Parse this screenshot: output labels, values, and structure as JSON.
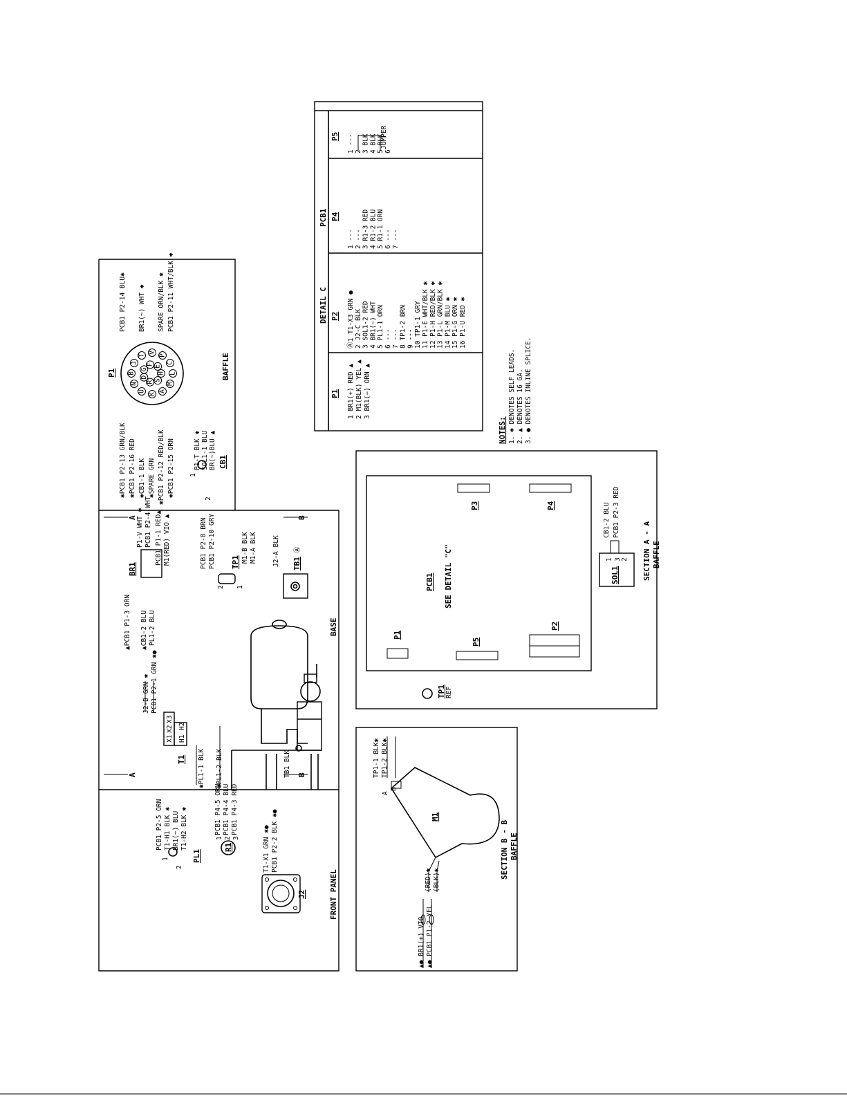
{
  "detail_c": {
    "title": "DETAIL C",
    "board": "PCB1",
    "p1": {
      "header": "P1",
      "rows": [
        "1 BR1(+) RED ▲",
        "2 M1(BLK) YEL ▲",
        "3 BR1(−) ORN ▲"
      ]
    },
    "p2": {
      "header": "P2",
      "rows": [
        "Ⓐ1 T1-X3 GRN ●",
        "2 J2-C BLK",
        "3 SOL1-2 RED",
        "4 BR1(~) WHT",
        "5 PL1-1 ORN",
        "6 ---",
        "7 ---",
        "8 TP1-2 BRN",
        "9 ---",
        "10 TP1-1 GRY",
        "11 P1-E WHT/BLK ✱",
        "12 P1-H RED/BLK ✱",
        "13 P1-L GRN/BLK ✱",
        "14 P1-M BLU ✱",
        "15 P1-G ORN ✱",
        "16 P1-U RED ✱"
      ]
    },
    "p4": {
      "header": "P4",
      "rows": [
        "1 ---",
        "2 ---",
        "3 R1-3 RED",
        "4 R1-2 BLU",
        "5 R1-1 ORN",
        "6 ---",
        "7 ---"
      ]
    },
    "p5": {
      "header": "P5",
      "rows": [
        "1 ---",
        "2 ---",
        "3 BLK",
        "4 BLK",
        "5 BLK",
        "6"
      ],
      "jumper": "JUMPER"
    }
  },
  "notes": {
    "title": "NOTES:",
    "items": [
      "1. ✱ DENOTES SELF LEADS.",
      "2. ▲ DENOTES 16 GA.",
      "3. ● DENOTES INLINE SPLICE."
    ]
  },
  "baffle_top": {
    "section": "BAFFLE",
    "p1_label": "P1",
    "left_wires": [
      "✱PCB1 P2-13 GRN/BLK",
      "✱PCB1 P2-16 RED",
      "✱CB1-1 BLK",
      "✱SPARE GRN",
      "✱PCB1 P2-12 RED/BLK",
      "✱PCB1 P2-15 ORN"
    ],
    "right_wires": [
      "PCB1 P2-14 BLU✱",
      "BR1(~) WHT ✱",
      "SPARE ORN/BLK ✱",
      "PCB1 P2-11 WHT/BLK ✱"
    ],
    "pins": [
      "L",
      "M",
      "A",
      "K",
      "U",
      "N",
      "B",
      "J",
      "T",
      "V",
      "P",
      "C",
      "H",
      "S",
      "R",
      "D",
      "G",
      "F",
      "E"
    ],
    "cb1_label": "CB1",
    "cb1_wires": [
      "P1-T BLK ✱",
      "SOL1-1 BLU",
      "BR(~)BLU ▲"
    ],
    "cb1_pins": [
      "1",
      "2"
    ]
  },
  "base": {
    "section": "BASE",
    "br1_label": "BR1",
    "br1_wires": [
      "▲PCB1 P1-3 ORN",
      "▲CB1-2 BLU",
      "PL1-2 BLU",
      "P1-V WHT ✱",
      "PCB1 P2-4 WHT",
      "PCB1 P1-1 RED▲",
      "M1(RED) VIO ▲"
    ],
    "t1_label": "T1",
    "t1_wires": [
      "J2-B GRN ✱",
      "PCB1 P2-1 GRN ✱●",
      "✱PL1-1 BLK",
      "✱PL1-2 BLK"
    ],
    "t1_terms": [
      "X1",
      "X2",
      "X3",
      "H1",
      "H2"
    ],
    "tp1_label": "TP1",
    "tp1_wires": [
      "PCB1 P2-8 BRN",
      "PCB1 P2-10 GRY",
      "M1-B BLK",
      "M1-A BLK"
    ],
    "tp1_pins": [
      "2",
      "1"
    ],
    "tb1_label": "TB1",
    "tb1_mark": "Ⓐ",
    "tb1_wires": [
      "J2-A BLK",
      "TB1 BLK"
    ],
    "arrow_a": "A",
    "arrow_b": "B"
  },
  "front_panel": {
    "section": "FRONT PANEL",
    "pl1_label": "PL1",
    "pl1_wires": [
      "PCB1 P2-5 ORN",
      "T1-H1 BLK ✱",
      "BR1(~) BLU",
      "T1-H2 BLK ✱"
    ],
    "pl1_pins": [
      "1",
      "2"
    ],
    "r1_label": "R1",
    "r1_wires": [
      "PCB1 P4-5 ORN",
      "PCB1 P4-4 BLU",
      "PCB1 P4-3 RED"
    ],
    "r1_pins": [
      "1",
      "2",
      "3"
    ],
    "j2_label": "J2",
    "j2_wires": [
      "T1-X1 GRN ✱●",
      "PCB1 P2-2 BLK ✱●"
    ]
  },
  "section_aa": {
    "title": "SECTION A - A",
    "sub": "BAFFLE",
    "pcb1_label": "PCB1",
    "see_detail": "SEE DETAIL \"C\"",
    "tp1_ref": "TP1",
    "ref": "REF",
    "p1": "P1",
    "p2": "P2",
    "p3": "P3",
    "p4": "P4",
    "p5": "P5",
    "sol1_label": "SOL1",
    "sol1_wires": [
      "CB1-2 BLU",
      "PCB1 P2-3 RED"
    ],
    "sol1_pins": [
      "1",
      "3",
      "2"
    ]
  },
  "section_bb": {
    "title": "SECTION B - B",
    "sub": "BAFFLE",
    "m1_label": "M1",
    "top_wires": [
      "TP1-1 BLK✱",
      "TP1-2 BLK✱"
    ],
    "bottom_wires": [
      "▲● BR1(+) VIO",
      "▲● PCB1 P1-2 YEL"
    ],
    "leads": [
      "(RED)✱",
      "(BLK)✱"
    ],
    "pins": [
      "A",
      "B"
    ]
  }
}
